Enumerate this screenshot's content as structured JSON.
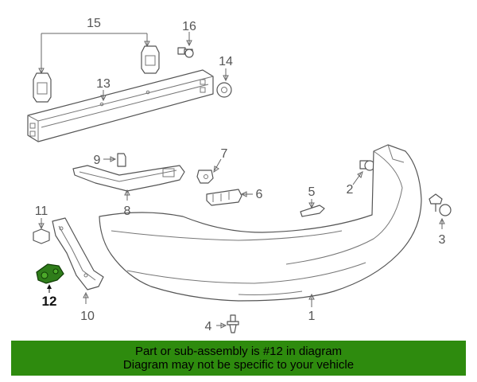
{
  "callouts": {
    "c1": "1",
    "c2": "2",
    "c3": "3",
    "c4": "4",
    "c5": "5",
    "c6": "6",
    "c7": "7",
    "c8": "8",
    "c9": "9",
    "c10": "10",
    "c11": "11",
    "c12": "12",
    "c13": "13",
    "c14": "14",
    "c15": "15",
    "c16": "16"
  },
  "highlight_part": "12",
  "colors": {
    "banner_bg": "#2e8b0e",
    "highlight_part": "#2f7d1a",
    "line_art": "#555555"
  },
  "banner": {
    "line1": "Part or sub-assembly is #12 in diagram",
    "line2": "Diagram may not be specific to your vehicle"
  }
}
